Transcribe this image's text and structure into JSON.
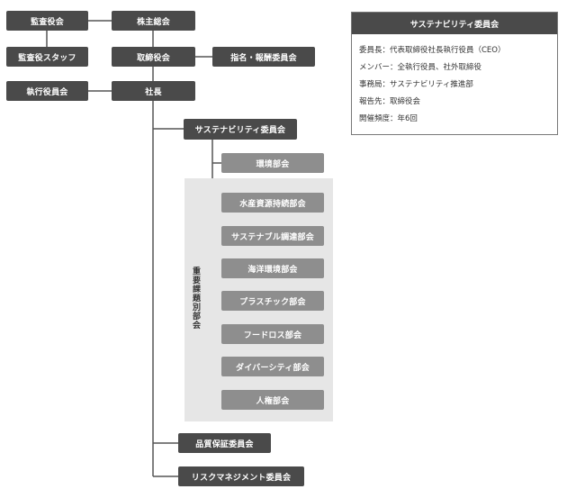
{
  "nodes": {
    "audit_board": "監査役会",
    "shareholders": "株主総会",
    "audit_staff": "監査役スタッフ",
    "board": "取締役会",
    "nomination": "指名・報酬委員会",
    "exec_officers": "執行役員会",
    "president": "社長",
    "sustainability_committee": "サステナビリティ委員会",
    "environment": "環境部会",
    "group_label": "重要課題別部会",
    "subcommittees": [
      "水産資源持続部会",
      "サステナブル調達部会",
      "海洋環境部会",
      "プラスチック部会",
      "フードロス部会",
      "ダイバーシティ部会",
      "人権部会"
    ],
    "quality": "品質保証委員会",
    "risk": "リスクマネジメント委員会"
  },
  "panel": {
    "title": "サステナビリティ委員会",
    "lines": [
      "委員長：代表取締役社長執行役員（CEO）",
      "メンバー：全執行役員、社外取締役",
      "事務局：サステナビリティ推進部",
      "報告先：取締役会",
      "開催頻度：年6回"
    ]
  }
}
